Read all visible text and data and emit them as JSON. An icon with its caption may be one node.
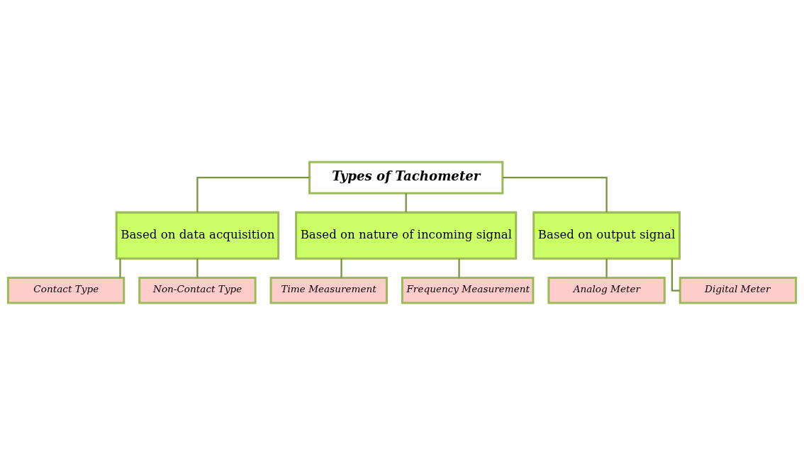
{
  "diagram": {
    "nodes": [
      {
        "text": [
          "Types of Tachometer"
        ]
      },
      {
        "text": [
          "Based on data acquisition"
        ]
      },
      {
        "text": [
          "Based on nature of incoming signal"
        ]
      },
      {
        "text": [
          "Based on output signal"
        ]
      },
      {
        "text": [
          "Contact Type"
        ]
      },
      {
        "text": [
          "Non-Contact Type"
        ]
      },
      {
        "text": [
          "Time Measurement"
        ]
      },
      {
        "text": [
          "Frequency Measurement"
        ]
      },
      {
        "text": [
          "Analog Meter"
        ]
      },
      {
        "text": [
          "Digital Meter"
        ]
      }
    ],
    "edges": [
      {
        "from": 0,
        "to": 1,
        "arrow": "none"
      },
      {
        "from": 0,
        "to": 2,
        "arrow": "none"
      },
      {
        "from": 0,
        "to": 3,
        "arrow": "none"
      },
      {
        "from": 1,
        "to": 4,
        "arrow": "none"
      },
      {
        "from": 1,
        "to": 5,
        "arrow": "none"
      },
      {
        "from": 2,
        "to": 6,
        "arrow": "none"
      },
      {
        "from": 2,
        "to": 7,
        "arrow": "none"
      },
      {
        "from": 3,
        "to": 8,
        "arrow": "none"
      },
      {
        "from": 3,
        "to": 9,
        "arrow": "none"
      }
    ]
  }
}
